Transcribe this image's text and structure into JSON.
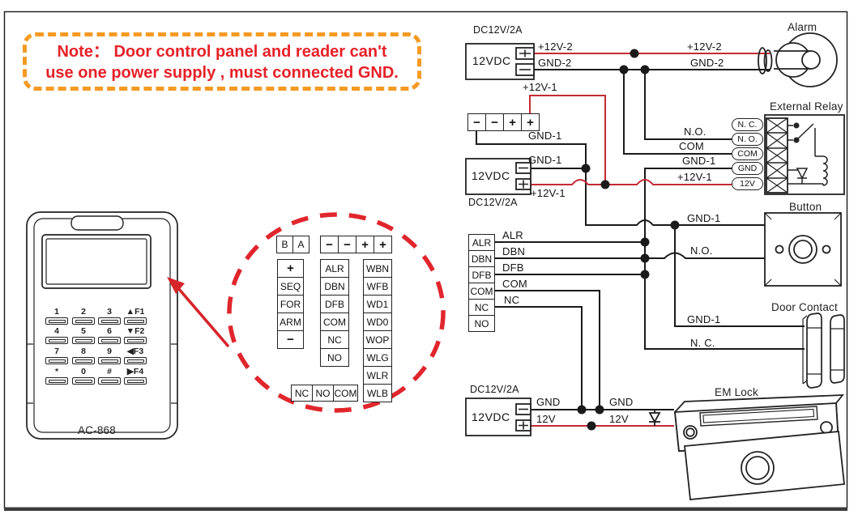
{
  "note": {
    "line1": "Note：  Door control panel and  reader can't",
    "line2": "use one power supply , must connected GND."
  },
  "device": {
    "model": "AC-868",
    "keys": [
      [
        "1",
        "2",
        "3",
        "▲F1"
      ],
      [
        "4",
        "5",
        "6",
        "▼F2"
      ],
      [
        "7",
        "8",
        "9",
        "◀F3"
      ],
      [
        "*",
        "0",
        "#",
        "▶F4"
      ]
    ]
  },
  "connector": {
    "ba": [
      "B",
      "A"
    ],
    "power": [
      "−",
      "−",
      "+",
      "+"
    ],
    "func": [
      "+",
      "SEQ",
      "FOR",
      "ARM",
      "−"
    ],
    "io": [
      "ALR",
      "DBN",
      "DFB",
      "COM",
      "NC",
      "NO"
    ],
    "wiegand": [
      "WBN",
      "WFB",
      "WD1",
      "WD0",
      "WOP",
      "WLG",
      "WLR",
      "WLB"
    ],
    "relay": [
      "NC",
      "NO",
      "COM"
    ]
  },
  "psu": {
    "type": "DC12V/2A",
    "name": "12VDC"
  },
  "relay_terminals": [
    "N. C.",
    "N. O.",
    "COM",
    "GND",
    "12V"
  ],
  "labels": {
    "alarm": "Alarm",
    "relay": "External Relay",
    "button": "Button",
    "door": "Door Contact",
    "lock": "EM Lock",
    "v2": "+12V-2",
    "g2": "GND-2",
    "v1": "+12V-1",
    "g1": "GND-1",
    "no": "N.O.",
    "com": "COM",
    "nc": "N. C.",
    "gnd": "GND",
    "v12": "12V"
  },
  "colors": {
    "wire_red": "#c42a33",
    "accent_red": "#e0262c",
    "note_orange": "#f59a23",
    "note_red": "#e62129"
  }
}
